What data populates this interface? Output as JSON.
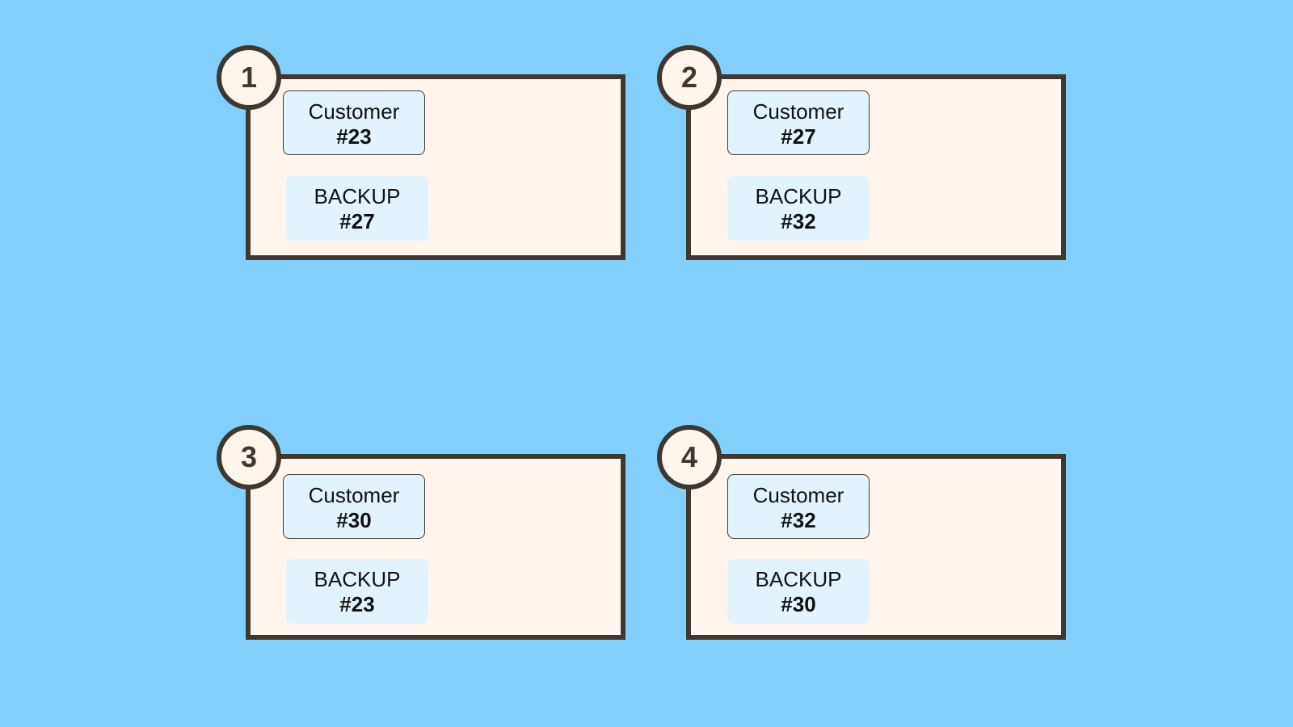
{
  "colors": {
    "background": "#82cffb",
    "panel_fill": "#fff5ed",
    "outline": "#3f3830",
    "card_fill": "#e3f3fd"
  },
  "panels": [
    {
      "number": "1",
      "customer": {
        "label": "Customer",
        "number": "#23"
      },
      "backup": {
        "label": "BACKUP",
        "number": "#27"
      }
    },
    {
      "number": "2",
      "customer": {
        "label": "Customer",
        "number": "#27"
      },
      "backup": {
        "label": "BACKUP",
        "number": "#32"
      }
    },
    {
      "number": "3",
      "customer": {
        "label": "Customer",
        "number": "#30"
      },
      "backup": {
        "label": "BACKUP",
        "number": "#23"
      }
    },
    {
      "number": "4",
      "customer": {
        "label": "Customer",
        "number": "#32"
      },
      "backup": {
        "label": "BACKUP",
        "number": "#30"
      }
    }
  ]
}
